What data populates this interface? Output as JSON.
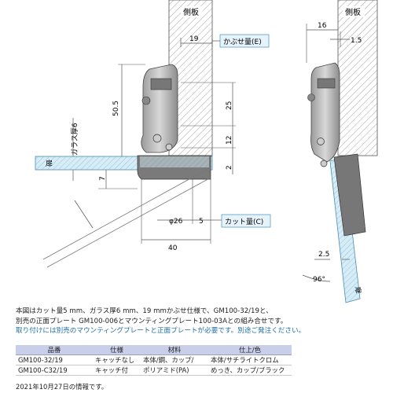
{
  "diagram": {
    "left": {
      "side_plate": "側板",
      "dim_19": "19",
      "overlay_label": "かぶせ量(E)",
      "dim_50_5": "50.5",
      "dim_25": "25",
      "dim_12": "12",
      "dim_2": "2",
      "dim_7": "7",
      "glass_thickness": "ガラス厚6",
      "door": "扉",
      "phi26": "φ26",
      "dim_5": "5",
      "cut_label": "カット量(C)",
      "dim_40": "40"
    },
    "right": {
      "side_plate": "側板",
      "dim_16": "16",
      "dim_1_5": "1.5",
      "dim_2_5": "2.5",
      "angle": "96°",
      "door": "扉"
    }
  },
  "notes": {
    "line1": "本図はカット量5 mm、ガラス厚6 mm、19 mmかぶせ仕様で、GM100-32/19と、",
    "line2": "別売の正面プレート GM100-006とマウンティングプレート100-03Aとの組み合せです。",
    "line3": "取り付けには別売のマウンティングプレートと正面プレートが必要です。別途ご発注ください。"
  },
  "table": {
    "headers": [
      "品番",
      "仕様",
      "材料",
      "仕上/色"
    ],
    "rows": [
      [
        "GM100-32/19",
        "キャッチなし",
        "本体/鋼、カップ/",
        "本体/サチライトクロム"
      ],
      [
        "GM100-C32/19",
        "キャッチ付",
        "ポリアミド(PA)",
        "めっき、カップ/ブラック"
      ]
    ]
  },
  "date": "2021年10月27日の情報です。",
  "colors": {
    "accent": "#1f6fa8",
    "header_bg": "#c9cfe8",
    "glass": "#cfe6f2"
  }
}
